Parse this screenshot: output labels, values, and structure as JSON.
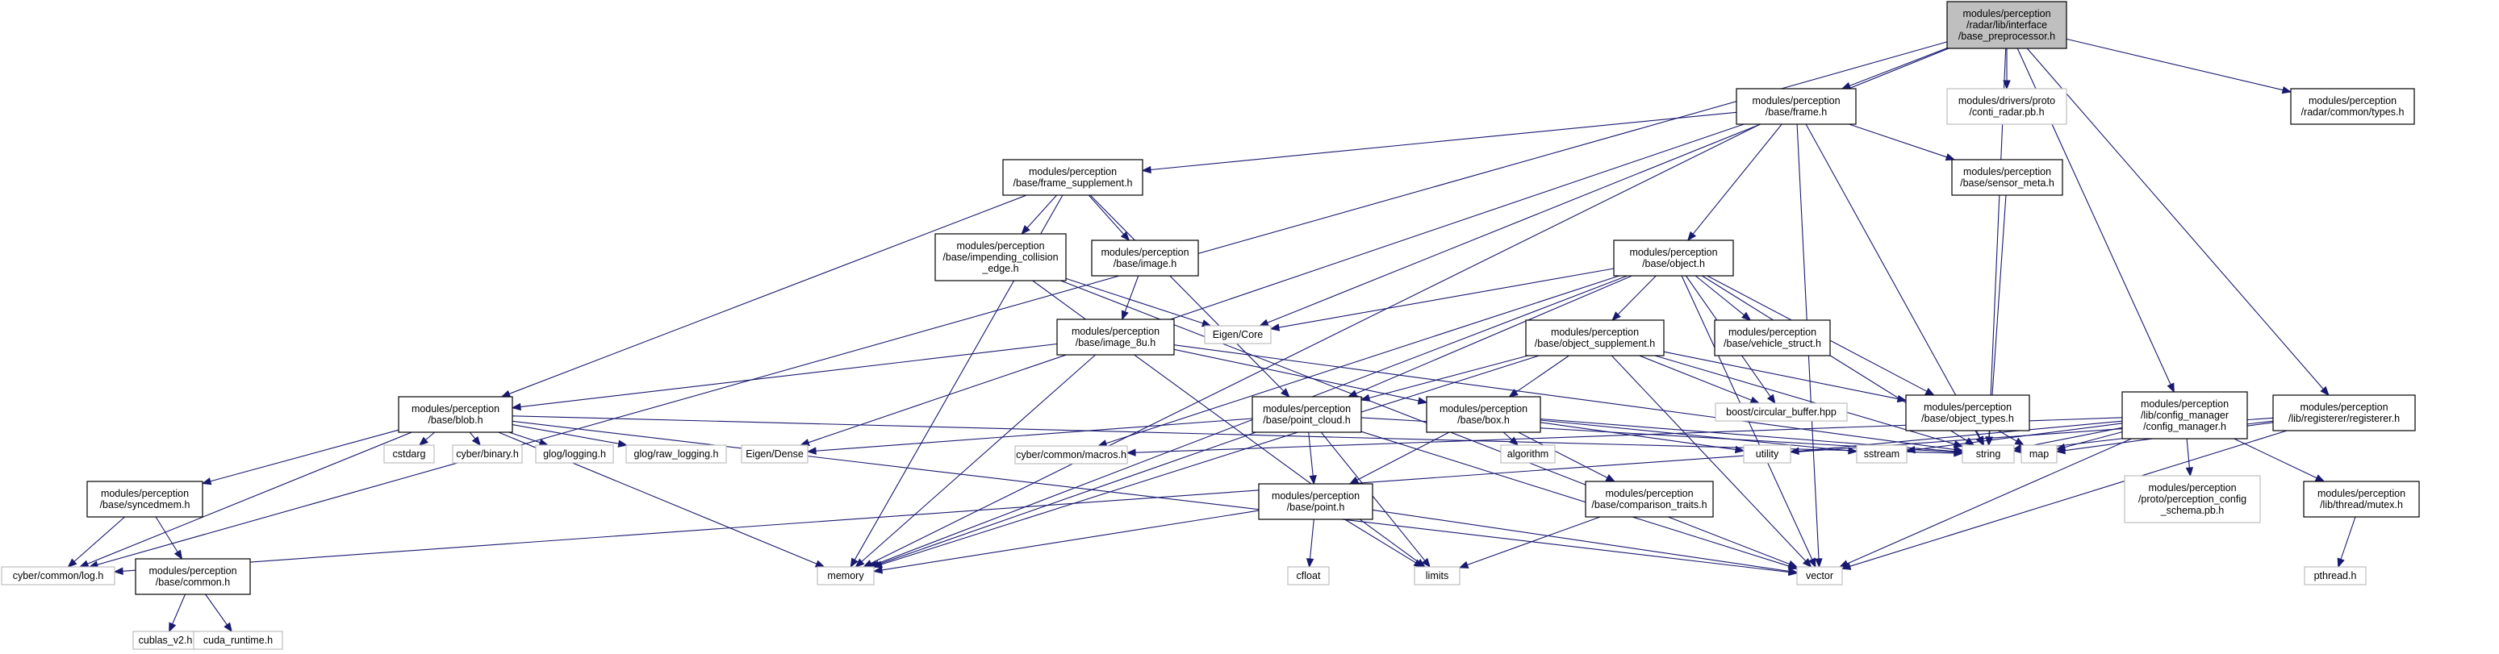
{
  "graph": {
    "colors": {
      "edge": "#191970",
      "main_fill": "#bfbfbf",
      "node_border": "#000000",
      "ext_border": "#bfbfbf"
    },
    "nodes": [
      {
        "id": "root",
        "kind": "main",
        "lines": [
          "modules/perception",
          "/radar/lib/interface",
          "/base_preprocessor.h"
        ]
      },
      {
        "id": "frame",
        "kind": "local",
        "lines": [
          "modules/perception",
          "/base/frame.h"
        ]
      },
      {
        "id": "conti",
        "kind": "ext",
        "lines": [
          "modules/drivers/proto",
          "/conti_radar.pb.h"
        ]
      },
      {
        "id": "radartypes",
        "kind": "local",
        "lines": [
          "modules/perception",
          "/radar/common/types.h"
        ]
      },
      {
        "id": "frame_supp",
        "kind": "local",
        "lines": [
          "modules/perception",
          "/base/frame_supplement.h"
        ]
      },
      {
        "id": "sensor_meta",
        "kind": "local",
        "lines": [
          "modules/perception",
          "/base/sensor_meta.h"
        ]
      },
      {
        "id": "impending",
        "kind": "local",
        "lines": [
          "modules/perception",
          "/base/impending_collision",
          "_edge.h"
        ]
      },
      {
        "id": "image",
        "kind": "local",
        "lines": [
          "modules/perception",
          "/base/image.h"
        ]
      },
      {
        "id": "object",
        "kind": "local",
        "lines": [
          "modules/perception",
          "/base/object.h"
        ]
      },
      {
        "id": "image8u",
        "kind": "local",
        "lines": [
          "modules/perception",
          "/base/image_8u.h"
        ]
      },
      {
        "id": "eigencore",
        "kind": "ext",
        "lines": [
          "Eigen/Core"
        ]
      },
      {
        "id": "obj_supp",
        "kind": "local",
        "lines": [
          "modules/perception",
          "/base/object_supplement.h"
        ]
      },
      {
        "id": "vehicle",
        "kind": "local",
        "lines": [
          "modules/perception",
          "/base/vehicle_struct.h"
        ]
      },
      {
        "id": "blob",
        "kind": "local",
        "lines": [
          "modules/perception",
          "/base/blob.h"
        ]
      },
      {
        "id": "pointcloud",
        "kind": "local",
        "lines": [
          "modules/perception",
          "/base/point_cloud.h"
        ]
      },
      {
        "id": "box",
        "kind": "local",
        "lines": [
          "modules/perception",
          "/base/box.h"
        ]
      },
      {
        "id": "circbuf",
        "kind": "ext",
        "lines": [
          "boost/circular_buffer.hpp"
        ]
      },
      {
        "id": "objtypes",
        "kind": "local",
        "lines": [
          "modules/perception",
          "/base/object_types.h"
        ]
      },
      {
        "id": "configmgr",
        "kind": "local",
        "lines": [
          "modules/perception",
          "/lib/config_manager",
          "/config_manager.h"
        ]
      },
      {
        "id": "registerer",
        "kind": "local",
        "lines": [
          "modules/perception",
          "/lib/registerer/registerer.h"
        ]
      },
      {
        "id": "syncedmem",
        "kind": "local",
        "lines": [
          "modules/perception",
          "/base/syncedmem.h"
        ]
      },
      {
        "id": "cstdarg",
        "kind": "ext",
        "lines": [
          "cstdarg"
        ]
      },
      {
        "id": "cyberbinary",
        "kind": "ext",
        "lines": [
          "cyber/binary.h"
        ]
      },
      {
        "id": "gloglogging",
        "kind": "ext",
        "lines": [
          "glog/logging.h"
        ]
      },
      {
        "id": "glograw",
        "kind": "ext",
        "lines": [
          "glog/raw_logging.h"
        ]
      },
      {
        "id": "eigendense",
        "kind": "ext",
        "lines": [
          "Eigen/Dense"
        ]
      },
      {
        "id": "macros",
        "kind": "ext",
        "lines": [
          "cyber/common/macros.h"
        ]
      },
      {
        "id": "point",
        "kind": "local",
        "lines": [
          "modules/perception",
          "/base/point.h"
        ]
      },
      {
        "id": "algorithm",
        "kind": "ext",
        "lines": [
          "algorithm"
        ]
      },
      {
        "id": "comptraits",
        "kind": "local",
        "lines": [
          "modules/perception",
          "/base/comparison_traits.h"
        ]
      },
      {
        "id": "utility",
        "kind": "ext",
        "lines": [
          "utility"
        ]
      },
      {
        "id": "sstream",
        "kind": "ext",
        "lines": [
          "sstream"
        ]
      },
      {
        "id": "string",
        "kind": "ext",
        "lines": [
          "string"
        ]
      },
      {
        "id": "map",
        "kind": "ext",
        "lines": [
          "map"
        ]
      },
      {
        "id": "protocfg",
        "kind": "ext",
        "lines": [
          "modules/perception",
          "/proto/perception_config",
          "_schema.pb.h"
        ]
      },
      {
        "id": "mutex",
        "kind": "local",
        "lines": [
          "modules/perception",
          "/lib/thread/mutex.h"
        ]
      },
      {
        "id": "cyberlog",
        "kind": "ext",
        "lines": [
          "cyber/common/log.h"
        ]
      },
      {
        "id": "common",
        "kind": "local",
        "lines": [
          "modules/perception",
          "/base/common.h"
        ]
      },
      {
        "id": "memory",
        "kind": "ext",
        "lines": [
          "memory"
        ]
      },
      {
        "id": "vector",
        "kind": "ext",
        "lines": [
          "vector"
        ]
      },
      {
        "id": "cfloat",
        "kind": "ext",
        "lines": [
          "cfloat"
        ]
      },
      {
        "id": "limits",
        "kind": "ext",
        "lines": [
          "limits"
        ]
      },
      {
        "id": "pthread",
        "kind": "ext",
        "lines": [
          "pthread.h"
        ]
      },
      {
        "id": "cublas",
        "kind": "ext",
        "lines": [
          "cublas_v2.h"
        ]
      },
      {
        "id": "cuda",
        "kind": "ext",
        "lines": [
          "cuda_runtime.h"
        ]
      }
    ],
    "edges": [
      [
        "root",
        "frame"
      ],
      [
        "root",
        "conti"
      ],
      [
        "root",
        "radartypes"
      ],
      [
        "root",
        "configmgr"
      ],
      [
        "root",
        "registerer"
      ],
      [
        "root",
        "eigencore"
      ],
      [
        "root",
        "string"
      ],
      [
        "root",
        "cyberlog"
      ],
      [
        "frame",
        "frame_supp"
      ],
      [
        "frame",
        "sensor_meta"
      ],
      [
        "frame",
        "object"
      ],
      [
        "frame",
        "eigendense"
      ],
      [
        "frame",
        "memory"
      ],
      [
        "frame",
        "string"
      ],
      [
        "frame",
        "vector"
      ],
      [
        "frame_supp",
        "impending"
      ],
      [
        "frame_supp",
        "image"
      ],
      [
        "frame_supp",
        "blob"
      ],
      [
        "frame_supp",
        "pointcloud"
      ],
      [
        "frame_supp",
        "memory"
      ],
      [
        "sensor_meta",
        "string"
      ],
      [
        "impending",
        "eigencore"
      ],
      [
        "impending",
        "limits"
      ],
      [
        "impending",
        "vector"
      ],
      [
        "image",
        "image8u"
      ],
      [
        "image8u",
        "blob"
      ],
      [
        "image8u",
        "box"
      ],
      [
        "image8u",
        "memory"
      ],
      [
        "image8u",
        "string"
      ],
      [
        "object",
        "eigencore"
      ],
      [
        "object",
        "obj_supp"
      ],
      [
        "object",
        "vehicle"
      ],
      [
        "object",
        "pointcloud"
      ],
      [
        "object",
        "objtypes"
      ],
      [
        "object",
        "circbuf"
      ],
      [
        "object",
        "memory"
      ],
      [
        "object",
        "string"
      ],
      [
        "object",
        "vector"
      ],
      [
        "object",
        "macros"
      ],
      [
        "obj_supp",
        "pointcloud"
      ],
      [
        "obj_supp",
        "box"
      ],
      [
        "obj_supp",
        "circbuf"
      ],
      [
        "obj_supp",
        "objtypes"
      ],
      [
        "obj_supp",
        "memory"
      ],
      [
        "obj_supp",
        "string"
      ],
      [
        "obj_supp",
        "vector"
      ],
      [
        "objtypes",
        "string"
      ],
      [
        "objtypes",
        "map"
      ],
      [
        "blob",
        "syncedmem"
      ],
      [
        "blob",
        "cstdarg"
      ],
      [
        "blob",
        "cyberbinary"
      ],
      [
        "blob",
        "gloglogging"
      ],
      [
        "blob",
        "glograw"
      ],
      [
        "blob",
        "memory"
      ],
      [
        "blob",
        "string"
      ],
      [
        "blob",
        "vector"
      ],
      [
        "blob",
        "cyberlog"
      ],
      [
        "syncedmem",
        "common"
      ],
      [
        "syncedmem",
        "cyberlog"
      ],
      [
        "common",
        "cublas"
      ],
      [
        "common",
        "cuda"
      ],
      [
        "pointcloud",
        "point"
      ],
      [
        "pointcloud",
        "eigendense"
      ],
      [
        "pointcloud",
        "limits"
      ],
      [
        "pointcloud",
        "memory"
      ],
      [
        "pointcloud",
        "string"
      ],
      [
        "pointcloud",
        "vector"
      ],
      [
        "point",
        "cfloat"
      ],
      [
        "point",
        "limits"
      ],
      [
        "point",
        "memory"
      ],
      [
        "point",
        "vector"
      ],
      [
        "box",
        "point"
      ],
      [
        "box",
        "algorithm"
      ],
      [
        "box",
        "comptraits"
      ],
      [
        "box",
        "sstream"
      ],
      [
        "box",
        "string"
      ],
      [
        "box",
        "utility"
      ],
      [
        "comptraits",
        "limits"
      ],
      [
        "configmgr",
        "protocfg"
      ],
      [
        "configmgr",
        "mutex"
      ],
      [
        "configmgr",
        "macros"
      ],
      [
        "configmgr",
        "map"
      ],
      [
        "configmgr",
        "string"
      ],
      [
        "configmgr",
        "sstream"
      ],
      [
        "configmgr",
        "utility"
      ],
      [
        "configmgr",
        "vector"
      ],
      [
        "registerer",
        "map"
      ],
      [
        "registerer",
        "string"
      ],
      [
        "registerer",
        "vector"
      ],
      [
        "registerer",
        "cyberlog"
      ],
      [
        "mutex",
        "pthread"
      ]
    ]
  }
}
